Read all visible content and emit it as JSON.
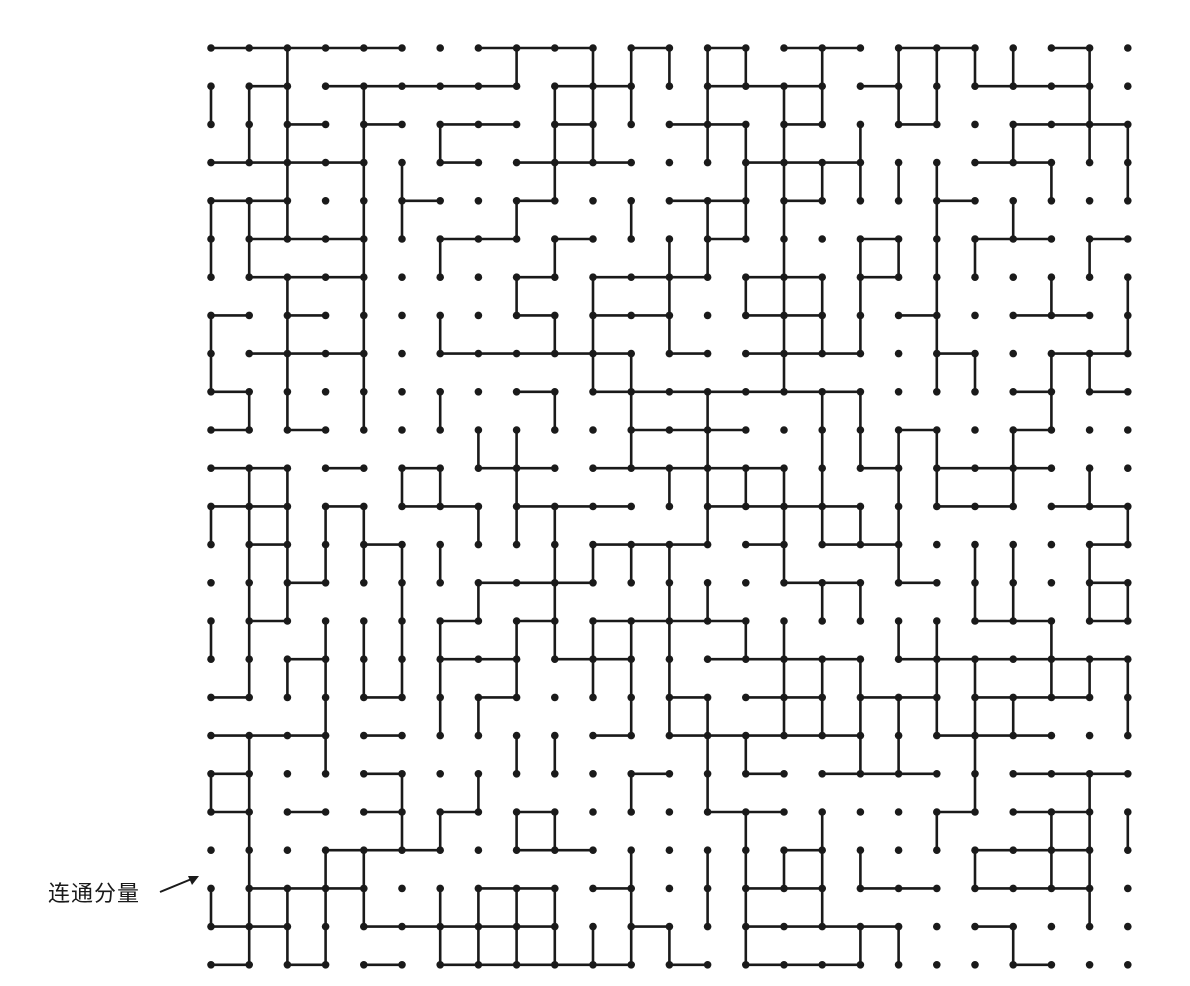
{
  "annotation": {
    "label": "连通分量"
  },
  "graph": {
    "type": "grid-graph",
    "rows": 25,
    "cols": 25,
    "edge_probability": 0.5,
    "seed": 20250617,
    "colors": {
      "edge": "#1a1a1a",
      "node": "#1a1a1a",
      "background": "#ffffff"
    }
  }
}
